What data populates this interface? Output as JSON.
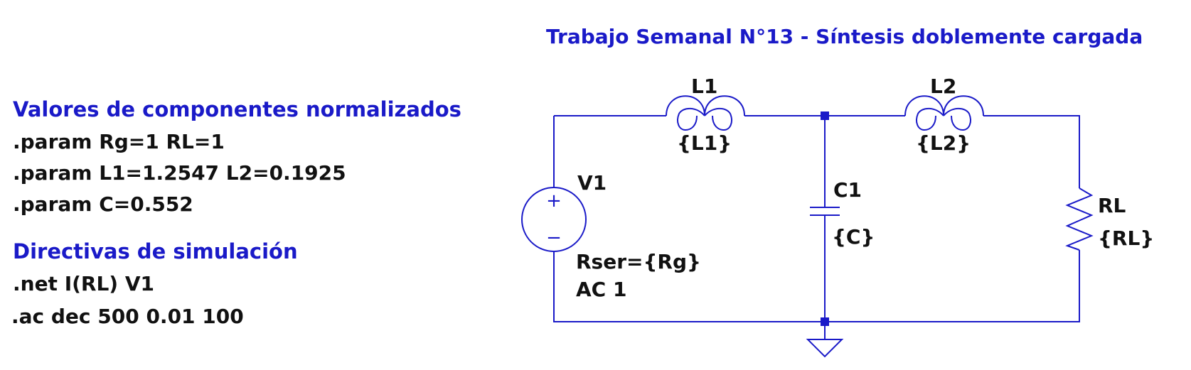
{
  "title": "Trabajo Semanal N°13 - Síntesis doblemente cargada",
  "params_block": {
    "heading": "Valores de componentes normalizados",
    "lines": [
      ".param Rg=1 RL=1",
      ".param L1=1.2547 L2=0.1925",
      ".param C=0.552"
    ]
  },
  "sim_block": {
    "heading": "Directivas de simulación",
    "lines": [
      ".net I(RL) V1",
      ".ac dec 500 0.01 100"
    ]
  },
  "components": {
    "L1": {
      "name": "L1",
      "value": "{L1}"
    },
    "L2": {
      "name": "L2",
      "value": "{L2}"
    },
    "C1": {
      "name": "C1",
      "value": "{C}"
    },
    "RL": {
      "name": "RL",
      "value": "{RL}"
    },
    "V1": {
      "name": "V1",
      "rser": "Rser={Rg}",
      "ac": "AC 1",
      "plus": "+",
      "minus": "−"
    }
  },
  "colors": {
    "wire": "#1a1ac8",
    "node": "#1a1ac8",
    "directive": "#111111",
    "comment": "#1a1ac8"
  }
}
